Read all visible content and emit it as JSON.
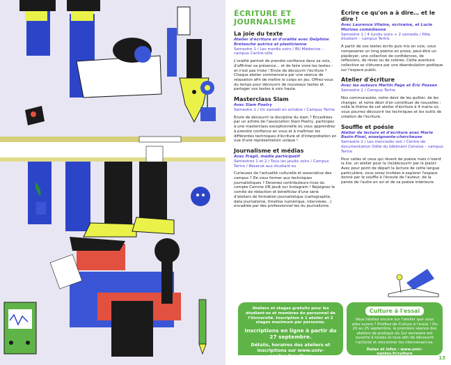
{
  "page_number": "13",
  "colors": {
    "accent": "#5fb447",
    "blue": "#4a3bd3",
    "illustration_bg": "#e9e6f3"
  },
  "col1": {
    "heading": "ÉCRITURE ET JOURNALISME",
    "s1": {
      "title": "La joie du texte",
      "sub": "Atelier d'écriture et d'oralité avec Delphine Bretesché autrice et plasticienne",
      "meta": "Semestre 1 / Les mardis soirs / BU Médecine – campus Centre-ville",
      "body": "L'oralité permet de prendre confiance dans sa voix, d'affirmer sa présence… et de faire vivre les textes – et n'est pas triste ! Envie de découvrir l'écriture ? Chaque atelier commencera par une séance de relaxation afin de mettre le corps en jeu. Offrez-vous du temps pour découvrir de nouveaux textes et partager vos textes à voix haute."
    },
    "s2": {
      "title": "Masterclass Slam",
      "sub": "Avec Slam Poetry",
      "meta": "Semestre 1 / Un samedi en octobre / Campus Tertre",
      "body": "Envie de découvrir la discipline du slam ? Encadrées par un artiste de l'association Slam Poetry, participez à une masterclass exceptionnelle où vous apprendrez à prendre confiance en vous et à maîtriser les différentes techniques d'écriture et d'interprétation en vue d'une représentation unique !"
    },
    "s3": {
      "title": "Journalisme et médias",
      "sub": "Avec Fragil, média participatif",
      "meta": "Semestres 1 et 2 / Tous les jeudis soirs / Campus Tertre / Réservé aux étudiant·es",
      "body": "Curieuses de l'actualité culturelle et associative des campus ? De vous former aux techniques journalistiques ? Devenez contributeurs·rices du compte Comme UN jeudi sur Instagram ! Rejoignez le comité de rédaction et bénéficiez d'une série d'ateliers de formation journalistique (cartographie, data journalisme, timeline numérique, interviews…) encadrée par des professionnel·les du journalisme."
    }
  },
  "col2": {
    "s1": {
      "title": "Écrire ce qu'on a à dire… et le dire !",
      "sub": "Avec Laurence Vilaine, écrivaine, et Lucie Morizes comédienne",
      "meta": "Semestre 1 / 4 lundis soirs + 2 samedis / Pôle étudiant – campus Tertre",
      "body": "À partir de vos textes écrits puis mis en voix, vous composerez un long poème en prose, peut-être un plaidoyer, une collection de confidences, de réflexions, de rêves ou de colères. Cette aventure collective se clôturera par une déambulation poétique sur l'espace public."
    },
    "s2": {
      "title": "Atelier d'écriture",
      "sub": "Avec les auteurs Martin Page et Éric Pessan",
      "meta": "Semestre 2 / Campus Tertre",
      "body": "Nos communautés, notre désir de les quitter, de les changer, et notre désir d'en constituer de nouvelles : voilà le thème de cet atelier d'écriture à 4 mains où vous pourrez découvrir les techniques et les outils de création de l'écriture."
    },
    "s3": {
      "title": "Souffle et poésie",
      "sub": "Atelier de lecture et d'écriture avec Marie Bazin-Pinel, enseignante-chercheuse",
      "meta": "Semestre 2 / Les mercredis soir / Centre de documentation Odile du bâtiment Censive – campus Tertre",
      "body": "Pour celles et ceux qui rêvent de poésie mais n'osent la lire, un atelier pour la (re)découvrir par le plaisir. Avec pour point de départ la lecture de cette langue particulière, vous serez invitées à explorer l'espace donné par le souffle à l'écoute de l'auteur, de la parole de l'autre en soi et de sa poésie intérieure."
    }
  },
  "banner_left": {
    "intro": "Ateliers et stages gratuits pour les étudiant·es et membres du personnel de l'Université. Inscription à 1 atelier et 2 stages maximum par personne.",
    "highlight": "Inscriptions en ligne à partir du 27 septembre.",
    "details": "Détails, horaires des ateliers et inscriptions sur www.univ-nantes.fr/culture"
  },
  "banner_right": {
    "title": "Culture à l'essai",
    "body": "Vous hésitez encore sur l'atelier que vous allez suivre ? Profitez de Culture à l'essai ! Du 20 au 25 septembre, la première séance des ateliers de pratique du 1er semestre est ouverte à toutes et tous afin de découvrir l'activité et rencontrer les intervenant·es.",
    "more": "Dates et infos : www.univ-nantes.fr/culture"
  }
}
